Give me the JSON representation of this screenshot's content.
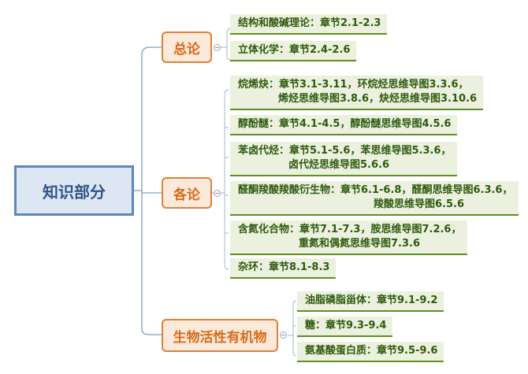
{
  "root": {
    "label": "知识部分"
  },
  "branches": [
    {
      "label": "总论",
      "leaves": [
        {
          "lines": [
            "结构和酸碱理论：章节2.1-2.3"
          ]
        },
        {
          "lines": [
            "立体化学：章节2.4-2.6"
          ]
        }
      ]
    },
    {
      "label": "各论",
      "leaves": [
        {
          "lines": [
            "烷烯炔：章节3.1-3.11，环烷烃思维导图3.3.6，",
            "烯烃思维导图3.8.6，炔烃思维导图3.10.6"
          ]
        },
        {
          "lines": [
            "醇酚醚：章节4.1-4.5，醇酚醚思维导图4.5.6"
          ]
        },
        {
          "lines": [
            "苯卤代烃：章节5.1-5.6，苯思维导图5.3.6，",
            "卤代烃思维导图5.6.6"
          ]
        },
        {
          "lines": [
            "醛酮羧酸羧酸衍生物：章节6.1-6.8，醛酮思维导图6.3.6，",
            "羧酸思维导图6.5.6"
          ]
        },
        {
          "lines": [
            "含氮化合物：章节7.1-7.3，胺思维导图7.2.6，",
            "重氮和偶氮思维导图7.3.6"
          ]
        },
        {
          "lines": [
            "杂环：章节8.1-8.3"
          ]
        }
      ]
    },
    {
      "label": "生物活性有机物",
      "leaves": [
        {
          "lines": [
            "油脂磷脂甾体：章节9.1-9.2"
          ]
        },
        {
          "lines": [
            "糖：章节9.3-9.4"
          ]
        },
        {
          "lines": [
            "氨基酸蛋白质：章节9.5-9.6"
          ]
        }
      ]
    }
  ]
}
